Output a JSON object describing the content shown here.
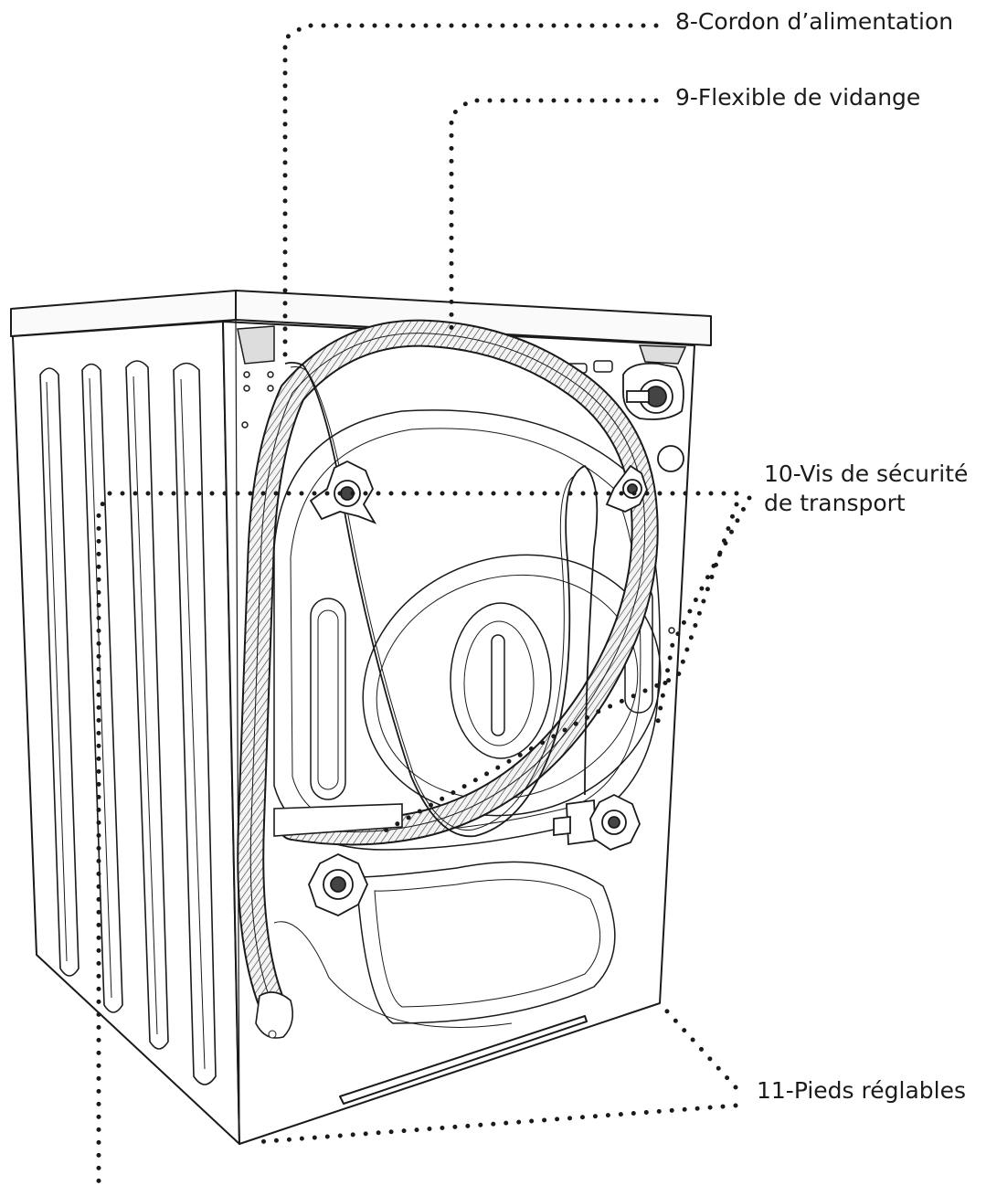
{
  "labels": {
    "power_cord": "8-Cordon d’alimentation",
    "drain_hose": "9-Flexible de vidange",
    "transport_bolts_line1": "10-Vis de sécurité",
    "transport_bolts_line2": "de transport",
    "adjustable_feet": "11-Pieds réglables"
  },
  "colors": {
    "ink": "#1a1a1a",
    "paper": "#ffffff",
    "hose_fill": "#f2f2f2"
  }
}
